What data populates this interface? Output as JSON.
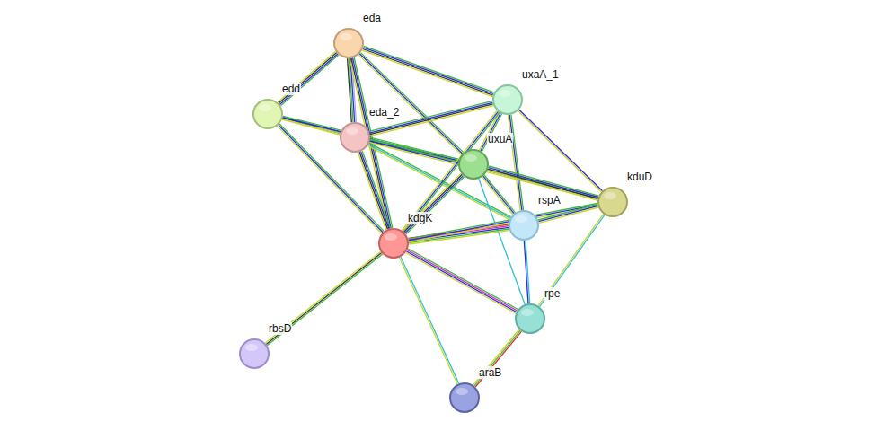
{
  "diagram": {
    "nodes": [
      {
        "text": [
          "eda"
        ]
      },
      {
        "text": [
          "edd"
        ]
      },
      {
        "text": [
          "eda_2"
        ]
      },
      {
        "text": [
          "uxaA_1"
        ]
      },
      {
        "text": [
          "uxuA"
        ]
      },
      {
        "text": [
          "kduD"
        ]
      },
      {
        "text": [
          "rspA"
        ]
      },
      {
        "text": [
          "kdgK"
        ]
      },
      {
        "text": [
          "rpe"
        ]
      },
      {
        "text": [
          "rbsD"
        ]
      },
      {
        "text": [
          "araB"
        ]
      }
    ],
    "edges": [
      {
        "from": 0,
        "to": 1,
        "arrow": "none"
      },
      {
        "from": 0,
        "to": 2,
        "arrow": "none"
      },
      {
        "from": 0,
        "to": 3,
        "arrow": "none"
      },
      {
        "from": 0,
        "to": 4,
        "arrow": "none"
      },
      {
        "from": 0,
        "to": 7,
        "arrow": "none"
      },
      {
        "from": 1,
        "to": 2,
        "arrow": "none"
      },
      {
        "from": 1,
        "to": 4,
        "arrow": "none"
      },
      {
        "from": 1,
        "to": 7,
        "arrow": "none"
      },
      {
        "from": 2,
        "to": 3,
        "arrow": "none"
      },
      {
        "from": 2,
        "to": 4,
        "arrow": "none"
      },
      {
        "from": 2,
        "to": 7,
        "arrow": "none"
      },
      {
        "from": 2,
        "to": 5,
        "arrow": "none"
      },
      {
        "from": 2,
        "to": 6,
        "arrow": "none"
      },
      {
        "from": 3,
        "to": 4,
        "arrow": "none"
      },
      {
        "from": 3,
        "to": 7,
        "arrow": "none"
      },
      {
        "from": 3,
        "to": 6,
        "arrow": "none"
      },
      {
        "from": 3,
        "to": 5,
        "arrow": "none"
      },
      {
        "from": 4,
        "to": 7,
        "arrow": "none"
      },
      {
        "from": 4,
        "to": 6,
        "arrow": "none"
      },
      {
        "from": 4,
        "to": 5,
        "arrow": "none"
      },
      {
        "from": 4,
        "to": 8,
        "arrow": "none"
      },
      {
        "from": 7,
        "to": 6,
        "arrow": "none"
      },
      {
        "from": 7,
        "to": 5,
        "arrow": "none"
      },
      {
        "from": 7,
        "to": 8,
        "arrow": "none"
      },
      {
        "from": 7,
        "to": 9,
        "arrow": "none"
      },
      {
        "from": 7,
        "to": 10,
        "arrow": "none"
      },
      {
        "from": 6,
        "to": 5,
        "arrow": "none"
      },
      {
        "from": 6,
        "to": 8,
        "arrow": "none"
      },
      {
        "from": 5,
        "to": 8,
        "arrow": "none"
      },
      {
        "from": 8,
        "to": 10,
        "arrow": "none"
      }
    ]
  }
}
